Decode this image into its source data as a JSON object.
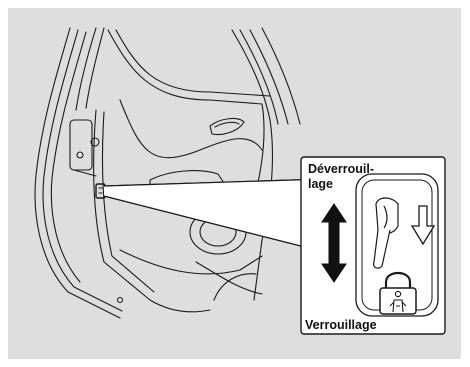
{
  "figure": {
    "unlock_label_line1": "Déverrouil-",
    "unlock_label_line2": "lage",
    "lock_label": "Verrouillage"
  },
  "colors": {
    "panel_background": "#dedede",
    "line": "#1a1a1a",
    "callout_fill": "#ffffff"
  },
  "icons": [
    "double-arrow-icon",
    "down-arrow-icon",
    "child-lock-icon"
  ]
}
